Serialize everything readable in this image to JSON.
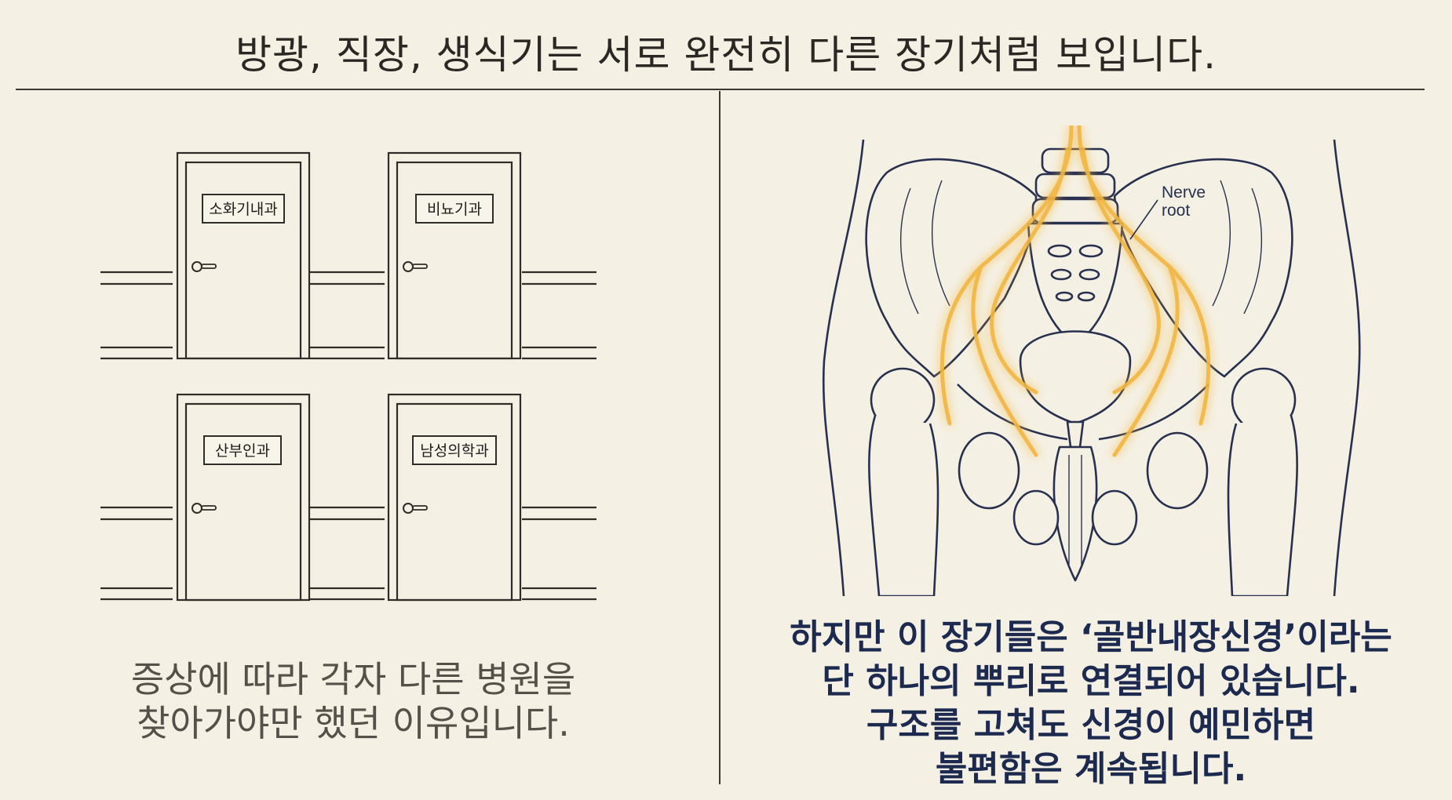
{
  "title": "방광, 직장, 생식기는 서로 완전히 다른 장기처럼 보입니다.",
  "left_panel": {
    "doors": [
      {
        "sign": "소화기내과",
        "icon": "door-icon"
      },
      {
        "sign": "비뇨기과",
        "icon": "door-icon"
      },
      {
        "sign": "산부인과",
        "icon": "door-icon"
      },
      {
        "sign": "남성의학과",
        "icon": "door-icon"
      }
    ],
    "caption_lines": [
      "증상에 따라 각자 다른 병원을",
      "찾아가야만 했던 이유입니다."
    ]
  },
  "right_panel": {
    "illustration": "pelvis-anatomy-illustration",
    "nerve_label_lines": [
      "Nerve",
      "root"
    ],
    "caption_lines": [
      "하지만 이 장기들은 ‘골반내장신경’이라는",
      "단 하나의 뿌리로 연결되어 있습니다.",
      "구조를 고쳐도 신경이 예민하면",
      "불편함은 계속됩니다."
    ]
  },
  "colors": {
    "background": "#f4f0e3",
    "line": "#3a3733",
    "anatomy_ink": "#283050",
    "nerve_glow": "#f2b640",
    "caption_navy": "#1c2a50"
  }
}
